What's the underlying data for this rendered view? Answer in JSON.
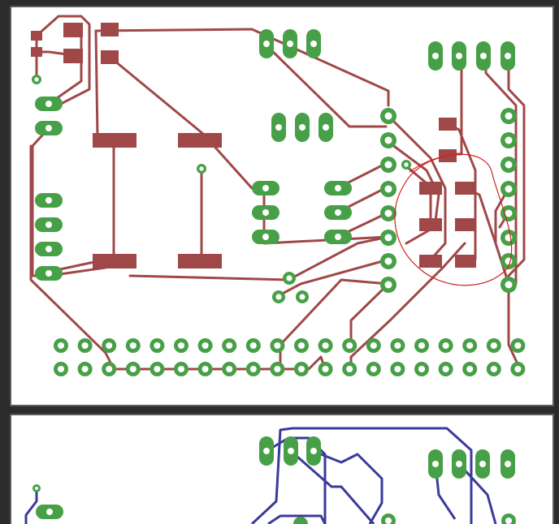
{
  "colors": {
    "background": "#2b2b2b",
    "panel": "#ffffff",
    "panel_border": "#5a5a5a",
    "top_layer": "#a04848",
    "bottom_layer": "#3a3a9c",
    "pad": "#47a047",
    "annotation": "#d42020"
  },
  "views": [
    {
      "name": "top-copper-view",
      "layer": "top"
    },
    {
      "name": "bottom-copper-view",
      "layer": "bottom"
    }
  ],
  "annotation": {
    "shape": "hand-drawn circle",
    "color": "#d42020"
  }
}
